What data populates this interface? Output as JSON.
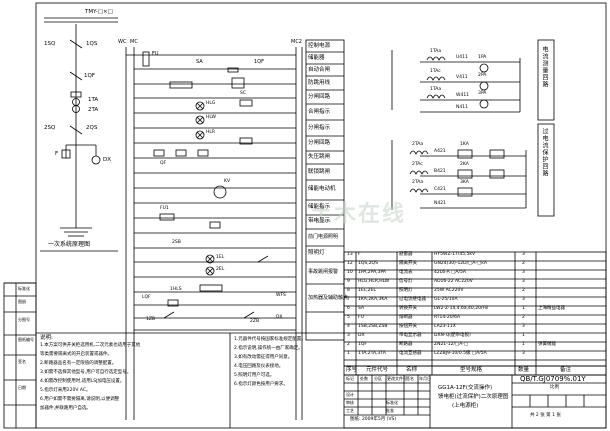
{
  "top_labels": {
    "tmy": "TMY-□×□",
    "wc": "WC",
    "mc": "MC",
    "mc2": "MC2",
    "fu": "FU",
    "qf": "1QF",
    "sa": "SA"
  },
  "primary": {
    "caption": "一次系统原理图",
    "labels": [
      "1SQ",
      "1QS",
      "1QF",
      "1TA",
      "2TA",
      "2SQ",
      "2QS",
      "F",
      "DX"
    ]
  },
  "function_labels": [
    "控制电源",
    "储能器",
    "自动合闸",
    "防跳用线",
    "分闸回路",
    "合闸指示",
    "分闸指示",
    "分闸回路",
    "失压跳闸",
    "联锁跳闸",
    "储能电动机",
    "储能指示",
    "带电显示",
    "前门电源照明",
    "照明灯",
    "事故跳闸报警",
    "加热器及辅助触点"
  ],
  "mid_labels": [
    "HLG",
    "HLR",
    "HLW",
    "SC",
    "QF",
    "FU1",
    "2SB",
    "1EL",
    "2EL",
    "1HLS",
    "LQF",
    "WFS",
    "DX",
    "1ZB",
    "2ZB",
    "KV"
  ],
  "current_section": {
    "title": "电流测量回路",
    "devices": [
      "1TAa",
      "1TAc",
      "1TAa",
      "1PA",
      "2PA",
      "3PA",
      "U411",
      "V411",
      "W411",
      "N411"
    ]
  },
  "protection_section": {
    "title": "过电流保护回路",
    "devices": [
      "2TAa",
      "2TAc",
      "2TAa",
      "1KA",
      "2KA",
      "3KA",
      "A421",
      "B421",
      "C421",
      "N421"
    ]
  },
  "equipment_table": {
    "rows": [
      {
        "no": "13",
        "code": "F",
        "name": "避雷器",
        "model": "HY5WZ-17/45,5kV",
        "qty": "3",
        "note": ""
      },
      {
        "no": "12",
        "code": "1QS,2QS",
        "name": "隔离开关",
        "model": "GN24(30)-12D/□A-□kA",
        "qty": "2",
        "note": ""
      },
      {
        "no": "10",
        "code": "1PA,2PA,3PA",
        "name": "电流表",
        "model": "42L6-A □A/5A",
        "qty": "3",
        "note": ""
      },
      {
        "no": "9",
        "code": "HLG,HLR,HLW",
        "name": "信号灯",
        "model": "AD16-22 AC220V",
        "qty": "3",
        "note": ""
      },
      {
        "no": "8",
        "code": "1EL,2EL",
        "name": "照明灯",
        "model": "25W AC220V",
        "qty": "2",
        "note": ""
      },
      {
        "no": "7",
        "code": "1KA,2KA,3KA",
        "name": "过电流继电器",
        "model": "GL-25/10A",
        "qty": "3",
        "note": ""
      },
      {
        "no": "6",
        "code": "SA",
        "name": "转换开关",
        "model": "LW2-Z-1a,4,6a,40,20/F8",
        "qty": "1",
        "note": "上海精益电器"
      },
      {
        "no": "5",
        "code": "FU",
        "name": "熔断器",
        "model": "RT14-20/6A",
        "qty": "2",
        "note": ""
      },
      {
        "no": "4",
        "code": "1SB,2SB,ZSB",
        "name": "按钮开关",
        "model": "LA23-11X",
        "qty": "3",
        "note": ""
      },
      {
        "no": "3",
        "code": "DX",
        "name": "带电显示器",
        "model": "DXN-Q(配带电锁)",
        "qty": "1",
        "note": ""
      },
      {
        "no": "2",
        "code": "1QF",
        "name": "断路器",
        "model": "ZN21-12/□A-□",
        "qty": "1",
        "note": "弹簧储能"
      },
      {
        "no": "1",
        "code": "1TA,2TA,3TA",
        "name": "电流互感器",
        "model": "LZZBJ9-10/0.5级 □A/5A",
        "qty": "3",
        "note": ""
      }
    ],
    "header": {
      "no": "序号",
      "code": "元件代号",
      "name": "名称",
      "model": "型号规格",
      "qty": "数量",
      "note": "备注"
    }
  },
  "title_block": {
    "drawing_no": "QB/T.GJ0709%.01Y",
    "title_lines": [
      "GG1A-12F(交流操作)",
      "馈电柜(过流保护)二次原理图",
      "(上电源柜)"
    ],
    "sign_labels": [
      "标记",
      "处数",
      "分区",
      "更改文件号",
      "签名",
      "年月日",
      "设计",
      "审核",
      "工艺",
      "标准化",
      "批准"
    ],
    "scale_label": "比例",
    "sheet_info": "共 2 张  第 1 张",
    "bottom_note": "图纸: 2009年5月 (VS)"
  },
  "notes_left": {
    "title": "说明:",
    "lines": [
      "1.本方案可供开关柜选用机,二次元素也适用于其他",
      "  等类需要隔离式的开启装置或器件。",
      "2.断路器品名有一定限值的调整配置。",
      "3.如需不选择其他型号,用户可自行选定型号。",
      "4.如需改控制使用时,适用LSJ加电压设置。",
      "5.指示灯采用220V AC。",
      "6.用户如需不需要隔离,请说明,以便调整",
      "  加器件,并联路用户自选。"
    ]
  },
  "notes_mid": {
    "lines": [
      "1.元器件代号按国家标准规定配置。",
      "2.指示说明,操作统一由厂家确定。",
      "3.如有改动需征得用户同意。",
      "4.电压回路及仪表接地。",
      "5.照明灯用户可选。",
      "6.指示灯颜色按用户要求。"
    ]
  },
  "left_margin": [
    "标准化",
    "图册",
    "分图号",
    "图纸编号",
    "签名",
    "日期"
  ],
  "watermark": "土木在线"
}
